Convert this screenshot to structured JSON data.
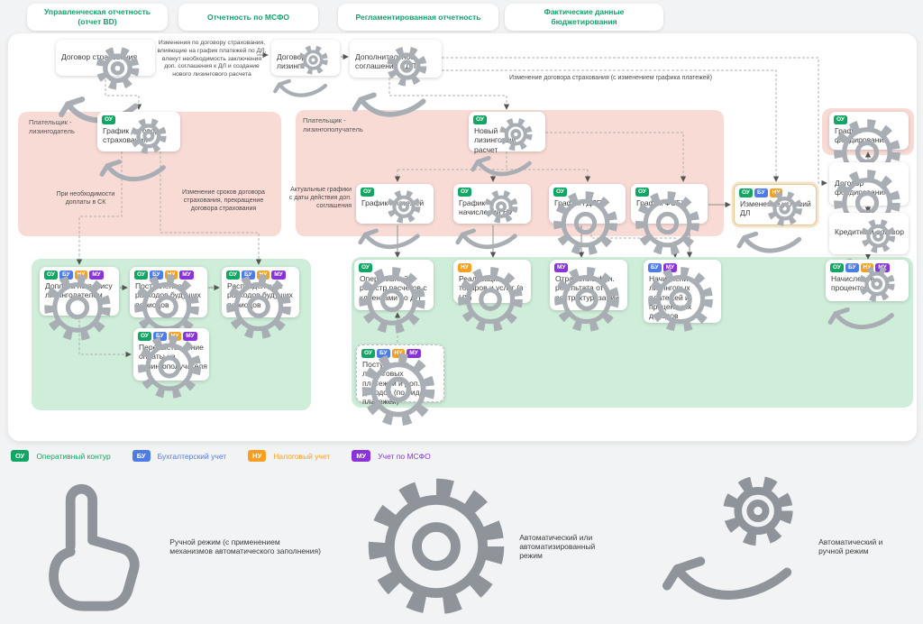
{
  "tabs": [
    {
      "label": "Управленческая отчетность (отчет BD)"
    },
    {
      "label": "Отчетность по МСФО"
    },
    {
      "label": "Регламентированная отчетность"
    },
    {
      "label": "Фактические данные бюджетирования"
    }
  ],
  "badge_colors": {
    "ОУ": "#12a563",
    "БУ": "#4d7ce8",
    "НУ": "#f5a023",
    "МУ": "#8a33d8"
  },
  "regions": {
    "payer_lessor": "Плательщик - лизингодатель",
    "payer_lessee": "Плательщик - лизингополучатель"
  },
  "nodes": {
    "dogovor_strahovaniya": {
      "label": "Договор страхования",
      "badges": [],
      "icon": "hand-gear-icon"
    },
    "dogovor_lizinga": {
      "label": "Договор лизинга",
      "badges": [],
      "icon": "hand-gear-icon"
    },
    "dop_soglashenie": {
      "label": "Дополнительное соглашение к ДЛ",
      "badges": [],
      "icon": "hand-gear-icon"
    },
    "grafik_dog_strah": {
      "label": "График договора страхования",
      "badges": [
        "ОУ"
      ],
      "icon": "hand-gear-icon"
    },
    "novyi_raschet": {
      "label": "Новый лизинговый расчет",
      "badges": [
        "ОУ"
      ],
      "icon": "hand-gear-icon"
    },
    "grafik_platezhey": {
      "label": "График платежей",
      "badges": [
        "ОУ"
      ],
      "icon": "hand-gear-icon"
    },
    "grafik_nach_nu": {
      "label": "График начислений НУ",
      "badges": [
        "ОУ"
      ],
      "icon": "hand-gear-icon"
    },
    "grafik_gdlp": {
      "label": "График ГДЛП",
      "badges": [
        "ОУ"
      ],
      "icon": "gear-icon"
    },
    "grafik_fsbu": {
      "label": "График ФСБУ",
      "badges": [
        "ОУ"
      ],
      "icon": "gear-icon"
    },
    "izm_usloviy_dl": {
      "label": "Изменение условий ДЛ",
      "badges": [
        "ОУ",
        "БУ",
        "НУ"
      ],
      "icon": "hand-gear-icon"
    },
    "grafik_fond": {
      "label": "График фондирования",
      "badges": [
        "ОУ"
      ],
      "icon": "gear-icon"
    },
    "dogovor_fond": {
      "label": "Договор фондирования",
      "badges": [],
      "icon": "gear-icon"
    },
    "kredit_dogovor": {
      "label": "Кредитный договор",
      "badges": [],
      "icon": "hand-gear-icon"
    },
    "nachislenie_procentov": {
      "label": "Начисление процентов",
      "badges": [
        "ОУ",
        "БУ",
        "НУ",
        "МУ"
      ],
      "icon": "hand-gear-icon"
    },
    "doplata_po_polisu": {
      "label": "Доплата по полису лизингодателем",
      "badges": [
        "ОУ",
        "БУ",
        "НУ",
        "МУ"
      ],
      "icon": "gear-icon"
    },
    "postuplenie_rbp": {
      "label": "Поступление расходов будущих периодов",
      "badges": [
        "ОУ",
        "БУ",
        "НУ",
        "МУ"
      ],
      "icon": "gear-icon"
    },
    "raspredelenie_rbp": {
      "label": "Распределение расходов будущих периодов",
      "badges": [
        "ОУ",
        "БУ",
        "НУ",
        "МУ"
      ],
      "icon": "gear-icon"
    },
    "perevystavlenie": {
      "label": "Перевыставление оплаты на лизингополучателя",
      "badges": [
        "ОУ",
        "БУ",
        "НУ",
        "МУ"
      ],
      "icon": "gear-icon"
    },
    "oper_registr": {
      "label": "Оперативный регистр расчетов с клиентами по ДЛ",
      "badges": [
        "ОУ"
      ],
      "icon": "gear-icon"
    },
    "realizaciya": {
      "label": "Реализация товаров и услуг (в НУ)",
      "badges": [
        "НУ"
      ],
      "icon": "gear-icon"
    },
    "otrazhenie_fin": {
      "label": "Отражение фин. результата от реструктуризации",
      "badges": [
        "МУ"
      ],
      "icon": "gear-icon"
    },
    "nachislenie_lizing": {
      "label": "Начисление лизинговых платежей и процентных доходов",
      "badges": [
        "БУ",
        "МУ"
      ],
      "icon": "gear-icon"
    },
    "postuplenie_lizing": {
      "label": "Поступление лизинговых платежей и доп. доходов (по видам платежей)",
      "badges": [
        "ОУ",
        "БУ",
        "НУ",
        "МУ"
      ],
      "icon": "gear-icon"
    }
  },
  "edge_labels": {
    "insurance_change_long": "Изменения по договору страхования, влияющие на график платежей по ДЛ, влекут необходимость заключения доп. соглашения к ДЛ и создание нового лизингового расчета",
    "insurance_change_short": "Изменение договора страхования (с изменением графика платежей)",
    "surcharge": "При необходимости доплаты в СК",
    "terms_change": "Изменение сроков договора страхования, прекращение договора страхования",
    "actual_schedules": "Актуальные графики с даты действия доп. соглашения"
  },
  "legend": {
    "badges": [
      {
        "code": "ОУ",
        "label": "Оперативный контур",
        "color": "#12a563"
      },
      {
        "code": "БУ",
        "label": "Бухгалтерский учет",
        "color": "#4d7ce8"
      },
      {
        "code": "НУ",
        "label": "Налоговый учет",
        "color": "#f5a023"
      },
      {
        "code": "МУ",
        "label": "Учет по МСФО",
        "color": "#8a33d8"
      }
    ],
    "modes": [
      {
        "icon": "hand-icon",
        "label": "Ручной режим (с применением механизмов автоматического заполнения)"
      },
      {
        "icon": "gear-icon",
        "label": "Автоматический или автоматизированный режим"
      },
      {
        "icon": "hand-gear-icon",
        "label": "Автоматический и ручной режим"
      }
    ]
  }
}
